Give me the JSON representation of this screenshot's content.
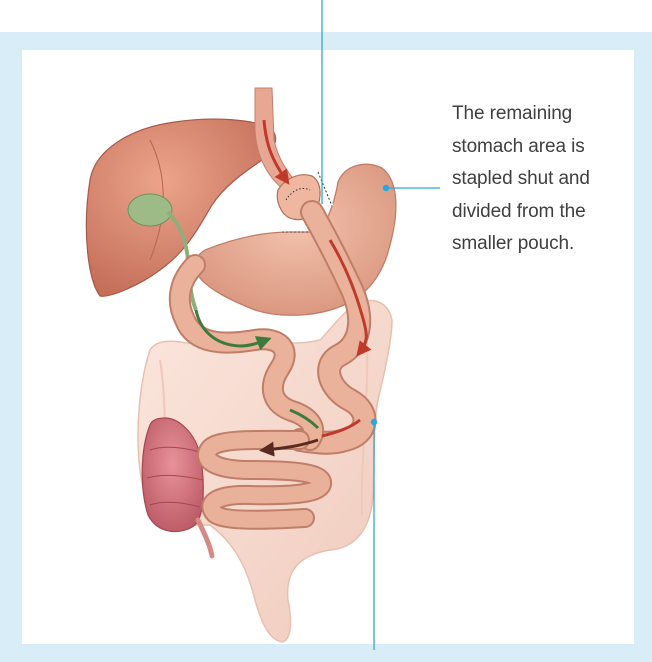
{
  "callout": {
    "lines": [
      "The remaining",
      "stomach area is",
      "stapled shut and",
      "divided from the",
      "smaller pouch."
    ]
  },
  "colors": {
    "frame": "#d9edf8",
    "leader_line": "#29a8e0",
    "organ_tissue": "#e8a88c",
    "liver": "#d98870",
    "gallbladder": "#8fae7a",
    "colon": "#f6d8cc",
    "food_arrow": "#c0392b",
    "bile_arrow": "#3d7a3d"
  },
  "icons": [
    "leader-dot-icon",
    "staple-line-icon",
    "food-path-arrow-icon",
    "bile-path-arrow-icon"
  ]
}
